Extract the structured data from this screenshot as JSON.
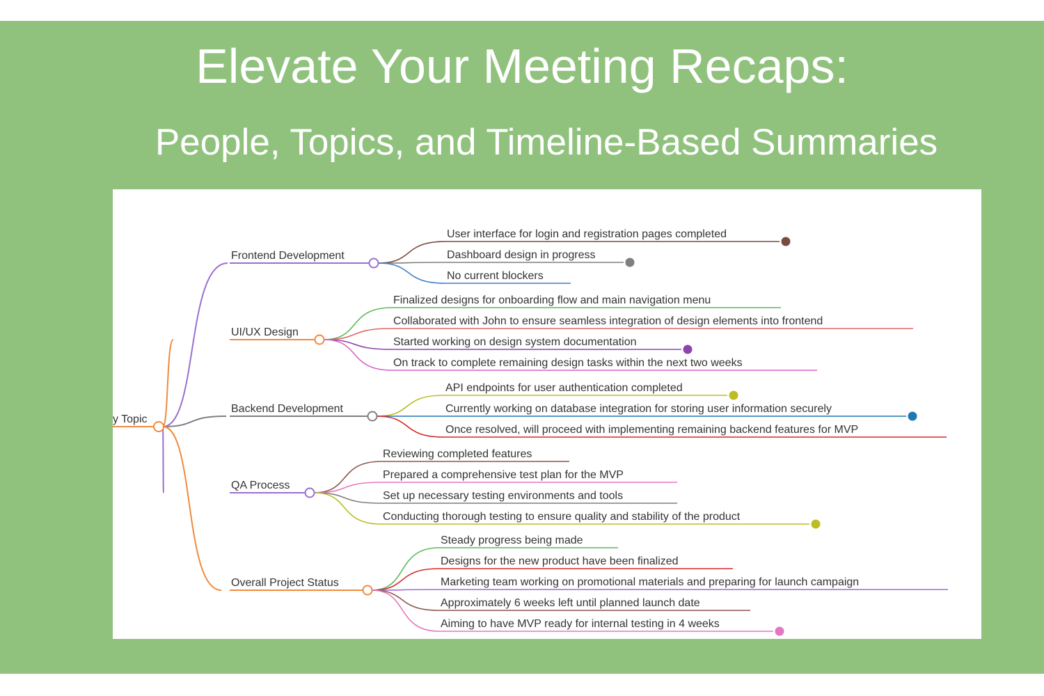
{
  "title": "Elevate Your Meeting Recaps:",
  "subtitle": "People, Topics, and Timeline-Based Summaries",
  "mindmap": {
    "root_label": "y Topic",
    "branches": [
      {
        "label": "Frontend Development",
        "color": "#9b6fcf",
        "items": [
          {
            "text": "User interface for login and registration pages completed",
            "color": "#7b4a3f",
            "collapsed": true
          },
          {
            "text": "Dashboard design in progress",
            "color": "#7f7f7f",
            "collapsed": true
          },
          {
            "text": "No current blockers",
            "color": "#3d7fc4",
            "collapsed": false
          }
        ]
      },
      {
        "label": "UI/UX Design",
        "color": "#f08a3c",
        "items": [
          {
            "text": "Finalized designs for onboarding flow and main navigation menu",
            "color": "#5cb85c",
            "collapsed": false
          },
          {
            "text": "Collaborated with John to ensure seamless integration of design elements into frontend",
            "color": "#e06666",
            "collapsed": false
          },
          {
            "text": "Started working on design system documentation",
            "color": "#8e44ad",
            "collapsed": true
          },
          {
            "text": "On track to complete remaining design tasks within the next two weeks",
            "color": "#d667c3",
            "collapsed": false
          }
        ]
      },
      {
        "label": "Backend Development",
        "color": "#7f7f7f",
        "items": [
          {
            "text": "API endpoints for user authentication completed",
            "color": "#bcbd22",
            "collapsed": true
          },
          {
            "text": "Currently working on database integration for storing user information securely",
            "color": "#1f77b4",
            "collapsed": true
          },
          {
            "text": "Once resolved, will proceed with implementing remaining backend features for MVP",
            "color": "#d62728",
            "collapsed": false
          }
        ]
      },
      {
        "label": "QA Process",
        "color": "#9b6fcf",
        "items": [
          {
            "text": "Reviewing completed features",
            "color": "#8c564b",
            "collapsed": false
          },
          {
            "text": "Prepared a comprehensive test plan for the MVP",
            "color": "#e377c2",
            "collapsed": false
          },
          {
            "text": "Set up necessary testing environments and tools",
            "color": "#7f7f7f",
            "collapsed": false
          },
          {
            "text": "Conducting thorough testing to ensure quality and stability of the product",
            "color": "#bcbd22",
            "collapsed": true
          }
        ]
      },
      {
        "label": "Overall Project Status",
        "color": "#f08a3c",
        "items": [
          {
            "text": "Steady progress being made",
            "color": "#5cb85c",
            "collapsed": false
          },
          {
            "text": "Designs for the new product have been finalized",
            "color": "#d62728",
            "collapsed": false
          },
          {
            "text": "Marketing team working on promotional materials and preparing for launch campaign",
            "color": "#9b6fcf",
            "collapsed": false
          },
          {
            "text": "Approximately 6 weeks left until planned launch date",
            "color": "#8c564b",
            "collapsed": false
          },
          {
            "text": "Aiming to have MVP ready for internal testing in 4 weeks",
            "color": "#e377c2",
            "collapsed": true
          }
        ]
      }
    ]
  }
}
